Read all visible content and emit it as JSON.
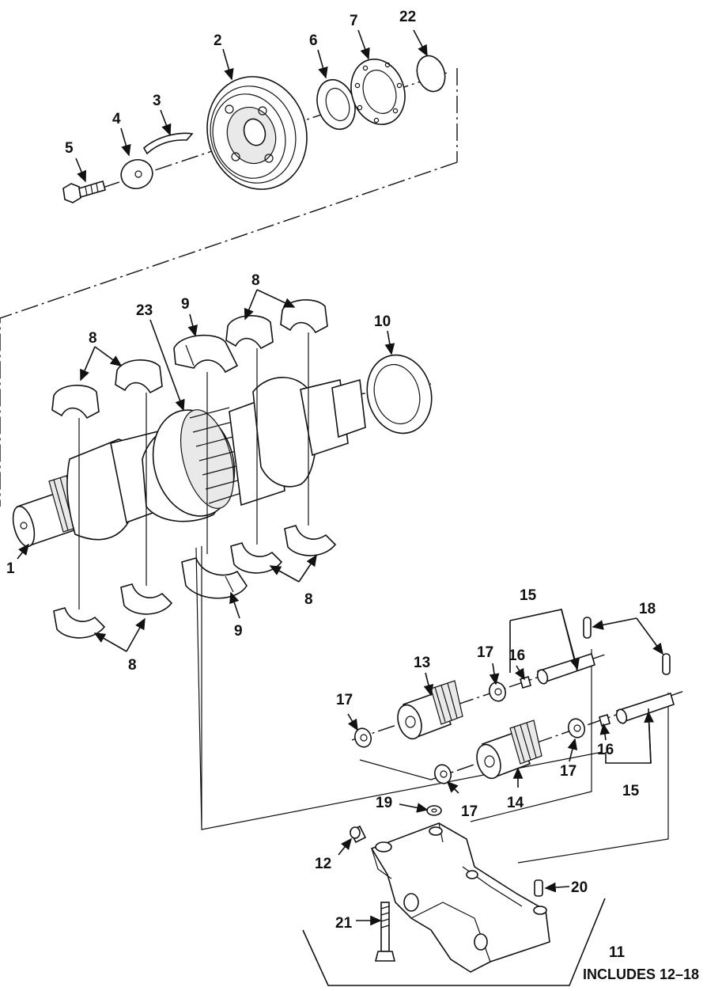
{
  "callouts": {
    "c1": "1",
    "c2": "2",
    "c3": "3",
    "c4": "4",
    "c5": "5",
    "c6": "6",
    "c7": "7",
    "c8a": "8",
    "c8b": "8",
    "c8c": "8",
    "c8d": "8",
    "c9a": "9",
    "c9b": "9",
    "c10": "10",
    "c11": "11",
    "c12": "12",
    "c13": "13",
    "c14": "14",
    "c15a": "15",
    "c15b": "15",
    "c16a": "16",
    "c16b": "16",
    "c17a": "17",
    "c17b": "17",
    "c17c": "17",
    "c17d": "17",
    "c18": "18",
    "c19": "19",
    "c20": "20",
    "c21": "21",
    "c22": "22",
    "c23": "23"
  },
  "note": "INCLUDES 12–18"
}
